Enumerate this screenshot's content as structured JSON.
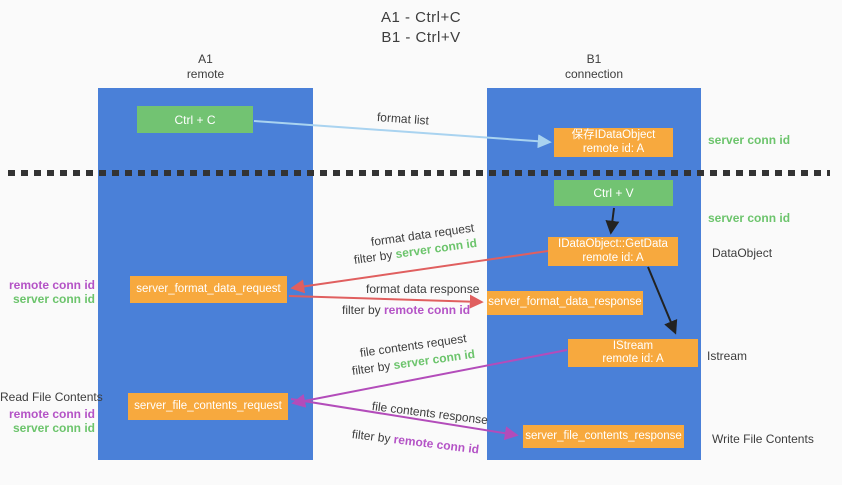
{
  "title": {
    "line1": "A1 - Ctrl+C",
    "line2": "B1 - Ctrl+V"
  },
  "columns": {
    "a": {
      "id": "A1",
      "subtitle": "remote"
    },
    "b": {
      "id": "B1",
      "subtitle": "connection"
    }
  },
  "nodes": {
    "ctrl_c": "Ctrl + C",
    "ctrl_v": "Ctrl + V",
    "save_idataobject": {
      "line1": "保存IDataObject",
      "line2": "remote id: A"
    },
    "getdata": {
      "line1": "IDataObject::GetData",
      "line2": "remote id: A"
    },
    "istream": {
      "line1": "IStream",
      "line2": "remote id: A"
    },
    "format_request": "server_format_data_request",
    "format_response": "server_format_data_response",
    "file_request": "server_file_contents_request",
    "file_response": "server_file_contents_response"
  },
  "flow_labels": {
    "format_list": "format list",
    "format_data_request": "format data request",
    "format_data_response": "format data response",
    "file_contents_request": "file contents request",
    "file_contents_response": "file contents response",
    "filter_by": "filter by ",
    "server_conn_id": "server conn id",
    "remote_conn_id": "remote conn id"
  },
  "side_labels": {
    "left": {
      "remote_conn_id": "remote conn id",
      "server_conn_id": "server conn id",
      "read_file_contents": "Read File Contents"
    },
    "right": {
      "server_conn_id": "server conn id",
      "dataobject": "DataObject",
      "istream": "Istream",
      "write_file_contents": "Write File Contents"
    }
  },
  "colors": {
    "bg": "#fafafa",
    "lane": "#4a80d8",
    "green_box": "#72c372",
    "orange_box": "#f7a93e",
    "dark_text": "#3d3d3d",
    "green_label": "#6cc46c",
    "purple_label": "#b453c6",
    "red_arrow": "#e05f5f",
    "blue_arrow": "#a9d3f0",
    "purple_arrow": "#b34cba",
    "black_arrow": "#222222",
    "dash": "#333333"
  }
}
